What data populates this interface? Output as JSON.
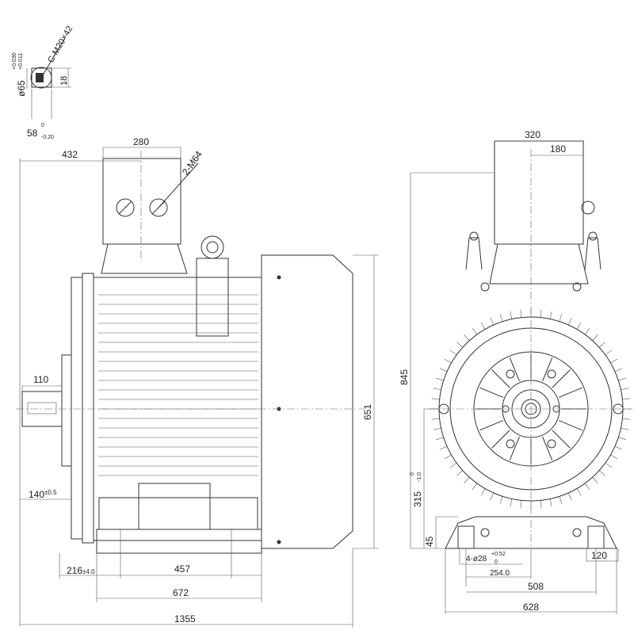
{
  "colors": {
    "line": "#333333",
    "background": "#ffffff"
  },
  "shaft_section": {
    "diameter": "ø65",
    "diameter_tol_upper": "+0.030",
    "diameter_tol_lower": "+0.011",
    "thread": "C-M20×42",
    "key_width": "18",
    "depth": "58",
    "depth_tol_upper": "0",
    "depth_tol_lower": "-0.20"
  },
  "side_view": {
    "terminal_box_width": "280",
    "box_offset": "432",
    "cable_entries": "2-M64",
    "shaft_length": "110",
    "shaft_height": "140",
    "shaft_height_tol": "±0.5",
    "base_offset": "216",
    "base_offset_tol": "±4.0",
    "foot_spacing": "457",
    "base_length": "672",
    "total_length": "1355",
    "total_height": "651"
  },
  "front_view": {
    "box_width": "320",
    "box_half": "180",
    "total_height": "845",
    "center_height": "315",
    "center_height_tol_upper": "0",
    "center_height_tol_lower": "-1.0",
    "foot_height": "45",
    "holes": "4-ø28",
    "holes_tol_upper": "+0.52",
    "holes_tol_lower": "0",
    "half_foot_spacing": "254.0",
    "foot_spacing": "508",
    "foot_width": "120",
    "total_width": "628"
  }
}
